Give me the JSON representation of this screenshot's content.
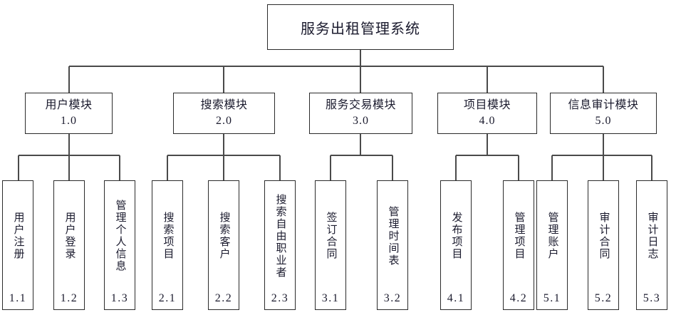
{
  "diagram": {
    "title": "服务出租管理系统",
    "type": "hierarchy-tree",
    "root": {
      "label": "服务出租管理系统"
    },
    "modules": [
      {
        "title": "用户模块",
        "number": "1.0",
        "children": [
          {
            "label": "用户注册",
            "number": "1.1"
          },
          {
            "label": "用户登录",
            "number": "1.2"
          },
          {
            "label": "管理个人信息",
            "number": "1.3"
          }
        ]
      },
      {
        "title": "搜索模块",
        "number": "2.0",
        "children": [
          {
            "label": "搜索项目",
            "number": "2.1"
          },
          {
            "label": "搜索客户",
            "number": "2.2"
          },
          {
            "label": "搜索自由职业者",
            "number": "2.3"
          }
        ]
      },
      {
        "title": "服务交易模块",
        "number": "3.0",
        "children": [
          {
            "label": "签订合同",
            "number": "3.1"
          },
          {
            "label": "管理时间表",
            "number": "3.2"
          }
        ]
      },
      {
        "title": "项目模块",
        "number": "4.0",
        "children": [
          {
            "label": "发布项目",
            "number": "4.1"
          },
          {
            "label": "管理项目",
            "number": "4.2"
          }
        ]
      },
      {
        "title": "信息审计模块",
        "number": "5.0",
        "children": [
          {
            "label": "管理账户",
            "number": "5.1"
          },
          {
            "label": "审计合同",
            "number": "5.2"
          },
          {
            "label": "审计日志",
            "number": "5.3"
          }
        ]
      }
    ],
    "colors": {
      "background": "#ffffff",
      "box_border": "#2b2b2b",
      "connector": "#4a4a4a",
      "text": "#1b1b2e"
    }
  }
}
